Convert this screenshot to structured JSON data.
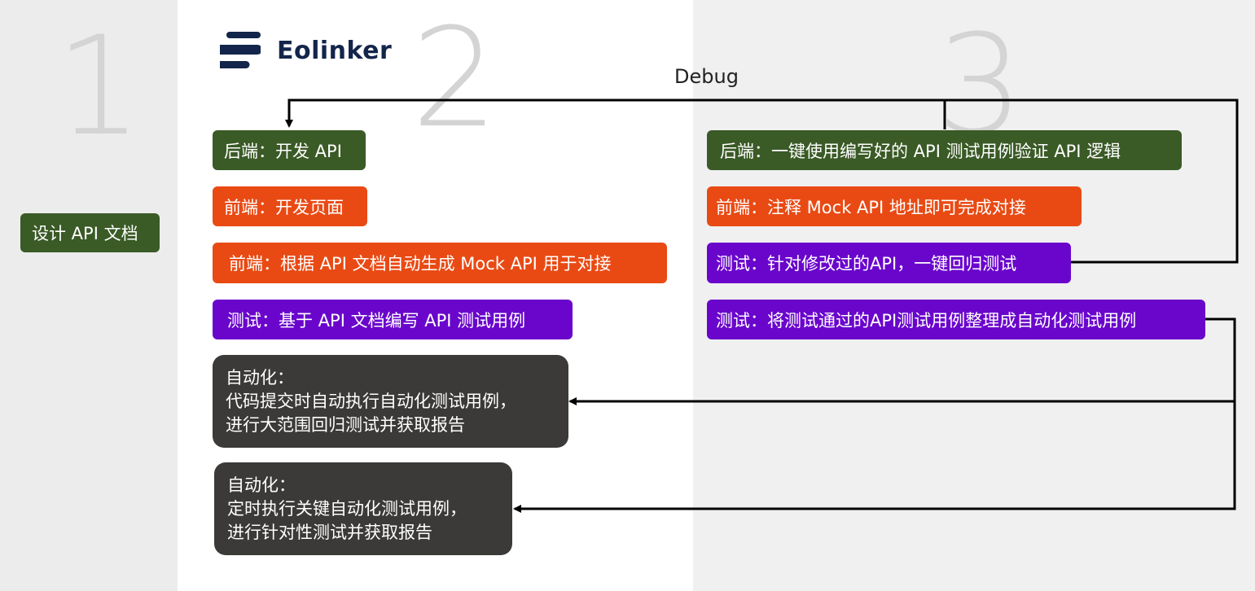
{
  "numbers": {
    "one": "1",
    "two": "2",
    "three": "3"
  },
  "logo": {
    "text": "Eolinker",
    "colors": {
      "mark": "#13254a"
    }
  },
  "debug_label": "Debug",
  "colors": {
    "backend": "#3a5a26",
    "frontend": "#e94a14",
    "test": "#6a06cc",
    "automation": "#3b3a38",
    "connector": "#000000"
  },
  "stage1": {
    "design_doc": "设计 API 文档"
  },
  "stage2": {
    "backend_dev": "后端：开发 API",
    "frontend_dev": "前端：开发页面",
    "frontend_mock": "前端：根据 API 文档自动生成 Mock API 用于对接",
    "test_write": "测试：基于 API 文档编写 API 测试用例",
    "auto_commit": "自动化：\n代码提交时自动执行自动化测试用例，\n进行大范围回归测试并获取报告",
    "auto_schedule": "自动化：\n定时执行关键自动化测试用例，\n进行针对性测试并获取报告"
  },
  "stage3": {
    "backend_verify": "后端：一键使用编写好的 API 测试用例验证 API 逻辑",
    "frontend_mock": "前端：注释 Mock API 地址即可完成对接",
    "test_regression": "测试：针对修改过的API，一键回归测试",
    "test_organize": "测试：将测试通过的API测试用例整理成自动化测试用例"
  }
}
